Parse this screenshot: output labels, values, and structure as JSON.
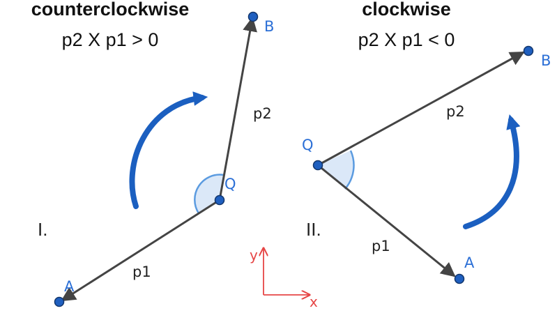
{
  "colors": {
    "vector": "#444444",
    "point": "#1f5fbf",
    "point_stroke": "#12356b",
    "point_label": "#2b6fd6",
    "arc_fill": "#dbe8f8",
    "arc_stroke": "#5b9be0",
    "rotation_arrow": "#1b5fc0",
    "axis": "#e64646",
    "text": "#111111"
  },
  "panel_left": {
    "title": "counterclockwise",
    "formula": "p2 X p1 > 0",
    "roman": "I.",
    "vector_p1": "p1",
    "vector_p2": "p2",
    "point_a": "A",
    "point_b": "B",
    "point_q": "Q",
    "rotation_icon": "curved-arrow-counterclockwise"
  },
  "panel_right": {
    "title": "clockwise",
    "formula": "p2 X p1 < 0",
    "roman": "II.",
    "vector_p1": "p1",
    "vector_p2": "p2",
    "point_a": "A",
    "point_b": "B",
    "point_q": "Q",
    "rotation_icon": "curved-arrow-clockwise"
  },
  "axes": {
    "x_label": "x",
    "y_label": "y"
  }
}
